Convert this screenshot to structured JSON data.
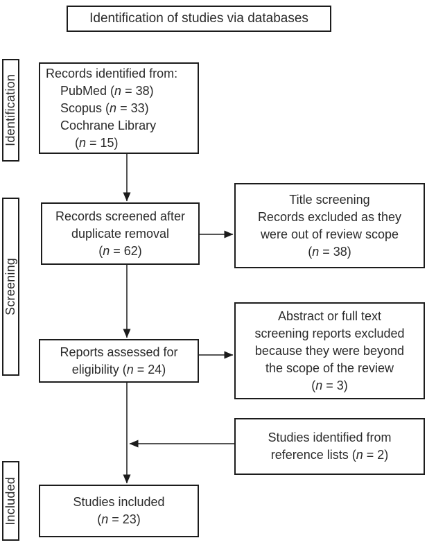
{
  "palette": {
    "border": "#1c1c1c",
    "text": "#2a2a2a",
    "background": "#ffffff"
  },
  "header": {
    "title": "Identification of studies via databases"
  },
  "stages": [
    {
      "label": "Identification"
    },
    {
      "label": "Screening"
    },
    {
      "label": "Included"
    }
  ],
  "flow_boxes": {
    "records_identified": {
      "lines": [
        {
          "segs": [
            {
              "t": "Records identified from:"
            }
          ]
        },
        {
          "ind": 1,
          "segs": [
            {
              "t": "PubMed ("
            },
            {
              "t": "n",
              "i": true
            },
            {
              "t": " = 38)"
            }
          ]
        },
        {
          "ind": 1,
          "segs": [
            {
              "t": "Scopus ("
            },
            {
              "t": "n",
              "i": true
            },
            {
              "t": " = 33)"
            }
          ]
        },
        {
          "ind": 1,
          "segs": [
            {
              "t": "Cochrane Library"
            }
          ]
        },
        {
          "ind": 2,
          "segs": [
            {
              "t": "("
            },
            {
              "t": "n",
              "i": true
            },
            {
              "t": " = 15)"
            }
          ]
        }
      ]
    },
    "records_screened": {
      "lines": [
        {
          "segs": [
            {
              "t": "Records screened after"
            }
          ]
        },
        {
          "segs": [
            {
              "t": "duplicate removal"
            }
          ]
        },
        {
          "segs": [
            {
              "t": "("
            },
            {
              "t": "n",
              "i": true
            },
            {
              "t": " = 62)"
            }
          ]
        }
      ]
    },
    "title_screening": {
      "lines": [
        {
          "segs": [
            {
              "t": "Title screening"
            }
          ]
        },
        {
          "segs": [
            {
              "t": "Records excluded as they"
            }
          ]
        },
        {
          "segs": [
            {
              "t": "were out of review scope"
            }
          ]
        },
        {
          "segs": [
            {
              "t": "("
            },
            {
              "t": "n",
              "i": true
            },
            {
              "t": " = 38)"
            }
          ]
        }
      ]
    },
    "reports_assessed": {
      "lines": [
        {
          "segs": [
            {
              "t": "Reports assessed for"
            }
          ]
        },
        {
          "segs": [
            {
              "t": "eligibility ("
            },
            {
              "t": "n",
              "i": true
            },
            {
              "t": " = 24)"
            }
          ]
        }
      ]
    },
    "abstract_screening": {
      "lines": [
        {
          "segs": [
            {
              "t": "Abstract or full text"
            }
          ]
        },
        {
          "segs": [
            {
              "t": "screening reports excluded"
            }
          ]
        },
        {
          "segs": [
            {
              "t": "because they were beyond"
            }
          ]
        },
        {
          "segs": [
            {
              "t": "the scope of the review"
            }
          ]
        },
        {
          "segs": [
            {
              "t": "("
            },
            {
              "t": "n",
              "i": true
            },
            {
              "t": " = 3)"
            }
          ]
        }
      ]
    },
    "reference_lists": {
      "lines": [
        {
          "segs": [
            {
              "t": "Studies identified from"
            }
          ]
        },
        {
          "segs": [
            {
              "t": "reference lists ("
            },
            {
              "t": "n",
              "i": true
            },
            {
              "t": " = 2)"
            }
          ]
        }
      ]
    },
    "studies_included": {
      "lines": [
        {
          "segs": [
            {
              "t": "Studies included"
            }
          ]
        },
        {
          "segs": [
            {
              "t": "("
            },
            {
              "t": "n",
              "i": true
            },
            {
              "t": " = 23)"
            }
          ]
        }
      ]
    }
  }
}
